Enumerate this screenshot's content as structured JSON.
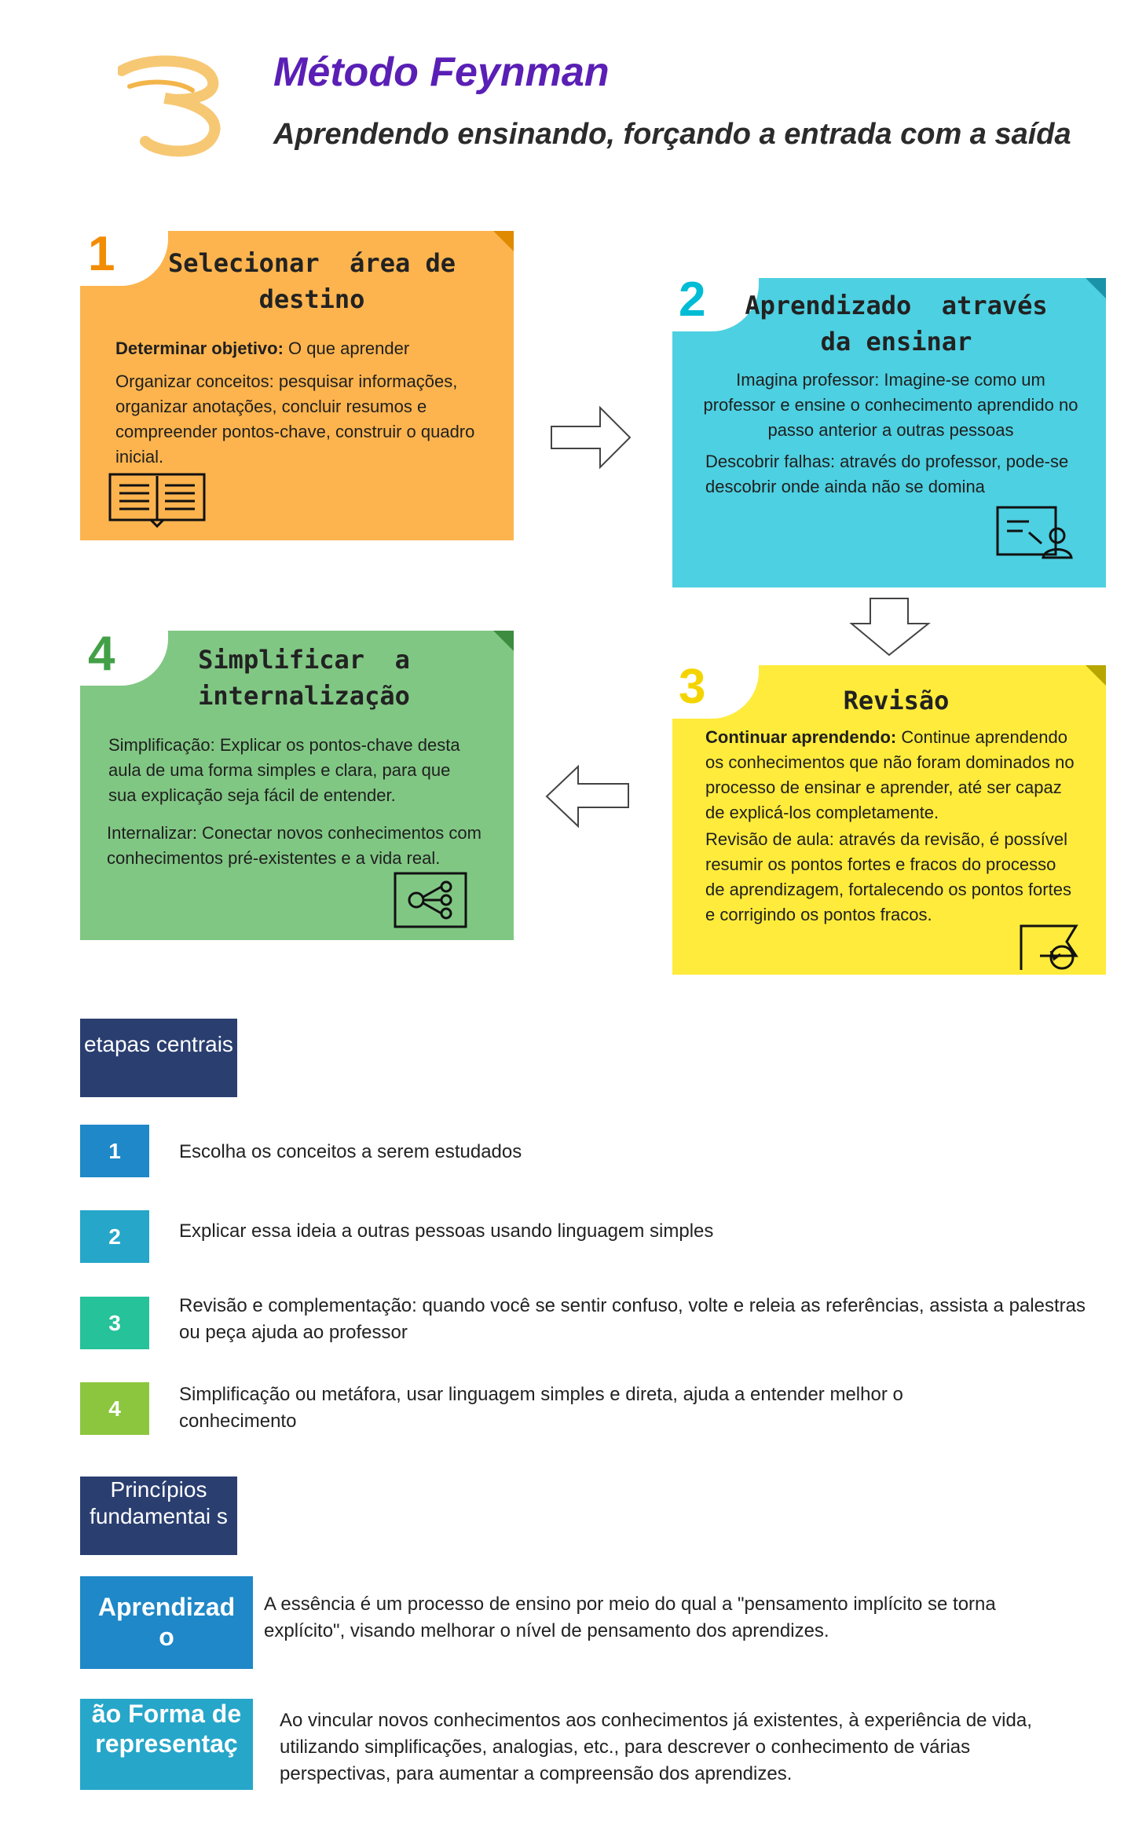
{
  "header": {
    "title": "Método Feynman",
    "subtitle": "Aprendendo ensinando, forçando a entrada com a saída"
  },
  "colors": {
    "title": "#5a1fb5",
    "card1": "#fdb44e",
    "card2": "#4dd0e1",
    "card3": "#ffeb3b",
    "card4": "#81c784",
    "navy": "#2a3e70"
  },
  "cards": [
    {
      "number": "1",
      "title_line1": "Selecionar  área de",
      "title_line2": "destino",
      "bold_label": "Determinar objetivo:",
      "bold_rest": " O que aprender",
      "text2": "Organizar conceitos: pesquisar informações, organizar anotações, concluir resumos e compreender pontos-chave, construir o quadro inicial.",
      "icon": "open-book-icon"
    },
    {
      "number": "2",
      "title_line1": "Aprendizado  através",
      "title_line2": "da ensinar",
      "text1": "Imagina professor: Imagine-se como um professor e ensine o conhecimento aprendido no passo anterior a outras pessoas",
      "text2": "Descobrir falhas: através do professor, pode-se descobrir onde ainda não se domina",
      "icon": "teacher-board-icon"
    },
    {
      "number": "3",
      "title_line1": "Revisão",
      "bold_label": "Continuar aprendendo:",
      "bold_rest": " Continue aprendendo os conhecimentos que não foram dominados no processo de ensinar e aprender, até ser capaz de explicá-los completamente.",
      "text2": "Revisão de aula: através da revisão, é possível resumir os pontos fortes e fracos do processo de aprendizagem, fortalecendo os pontos fortes e corrigindo os pontos fracos.",
      "icon": "review-flag-icon"
    },
    {
      "number": "4",
      "title_line1": "Simplificar  a",
      "title_line2": "internalização",
      "text1": "Simplificação: Explicar os pontos-chave desta aula de uma forma simples e clara, para que sua explicação seja fácil de entender.",
      "text2": "Internalizar: Conectar novos conhecimentos com conhecimentos pré-existentes e a vida real.",
      "icon": "mind-map-icon"
    }
  ],
  "steps_section": {
    "heading": "etapas centrais",
    "steps": [
      {
        "num": "1",
        "text": "Escolha os conceitos a serem estudados",
        "color": "#1e88c8"
      },
      {
        "num": "2",
        "text": "Explicar essa ideia a outras pessoas usando linguagem simples",
        "color": "#26a6c9"
      },
      {
        "num": "3",
        "text": "Revisão e complementação: quando você se sentir confuso, volte e releia as referências, assista a palestras ou peça ajuda ao professor",
        "color": "#26c29a"
      },
      {
        "num": "4",
        "text": "Simplificação ou metáfora, usar linguagem simples e direta, ajuda a entender melhor o conhecimento",
        "color": "#8cc63f"
      }
    ]
  },
  "principles_section": {
    "heading": "Princípios fundamentai s",
    "items": [
      {
        "label": "Aprendizad o",
        "text": "A essência é um processo de ensino por meio do qual a \"pensamento implícito se torna explícito\", visando melhorar o nível de pensamento dos aprendizes.",
        "color": "#1e88c8"
      },
      {
        "label": "ão Forma de representaç",
        "text": "Ao vincular novos conhecimentos aos conhecimentos já existentes, à experiência de vida, utilizando simplificações, analogias, etc., para descrever o conhecimento de várias perspectivas, para aumentar a compreensão dos aprendizes.",
        "color": "#26a6c9"
      }
    ]
  }
}
